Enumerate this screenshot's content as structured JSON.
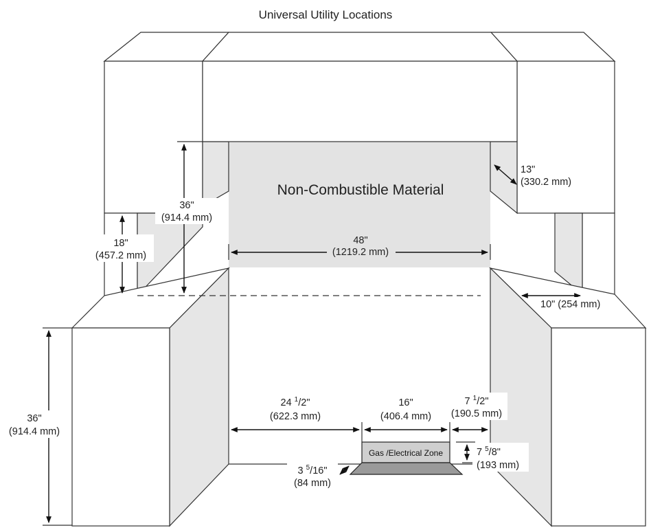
{
  "title": "Universal Utility Locations",
  "center_label": "Non-Combustible Material",
  "zone_label": "Gas /Electrical Zone",
  "dims": {
    "upper_height": {
      "main": "36\"",
      "metric": "(914.4 mm)"
    },
    "upper_cabinet": {
      "main": "18\"",
      "metric": "(457.2 mm)"
    },
    "width_48": {
      "main": "48\"",
      "metric": "(1219.2 mm)"
    },
    "depth_13": {
      "main": "13\"",
      "metric": "(330.2 mm)"
    },
    "depth_10": {
      "main": "10\" (254 mm)"
    },
    "counter_height": {
      "main": "36\"",
      "metric": "(914.4 mm)"
    },
    "left_offset": {
      "whole": "24",
      "num": "1",
      "den": "2",
      "metric": "(622.3 mm)"
    },
    "zone_width": {
      "main": "16\"",
      "metric": "(406.4 mm)"
    },
    "right_offset": {
      "whole": "7",
      "num": "1",
      "den": "2",
      "metric": "(190.5 mm)"
    },
    "zone_height": {
      "whole": "7",
      "num": "5",
      "den": "8",
      "metric": "(193 mm)"
    },
    "zone_depth": {
      "whole": "3",
      "num": "5",
      "den": "16",
      "metric": "(84 mm)"
    }
  },
  "colors": {
    "non_combustible_fill": "#e3e3e3",
    "side_fill": "#e6e6e6",
    "zone_fill": "#cfcfcf",
    "zone_base_fill": "#9a9a9a"
  }
}
